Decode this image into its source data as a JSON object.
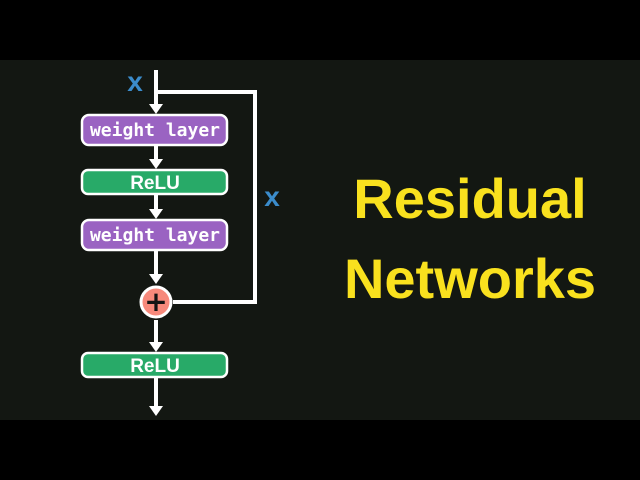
{
  "title": {
    "line1": "Residual",
    "line2": "Networks",
    "color": "#f9e11e"
  },
  "diagram": {
    "input_label": "x",
    "skip_label": "x",
    "nodes": {
      "weight1": {
        "label": "weight layer",
        "fill": "#9a63c2"
      },
      "relu1": {
        "label": "ReLU",
        "fill": "#28aa68"
      },
      "weight2": {
        "label": "weight layer",
        "fill": "#9a63c2"
      },
      "add": {
        "label": "+",
        "fill": "#f7897b"
      },
      "relu2": {
        "label": "ReLU",
        "fill": "#28aa68"
      }
    }
  },
  "colors": {
    "background": "#131712",
    "letterbox": "#000000",
    "line": "#ffffff",
    "label_blue": "#3b8ccb",
    "box_text": "#ffffff",
    "plus_text": "#141414"
  }
}
